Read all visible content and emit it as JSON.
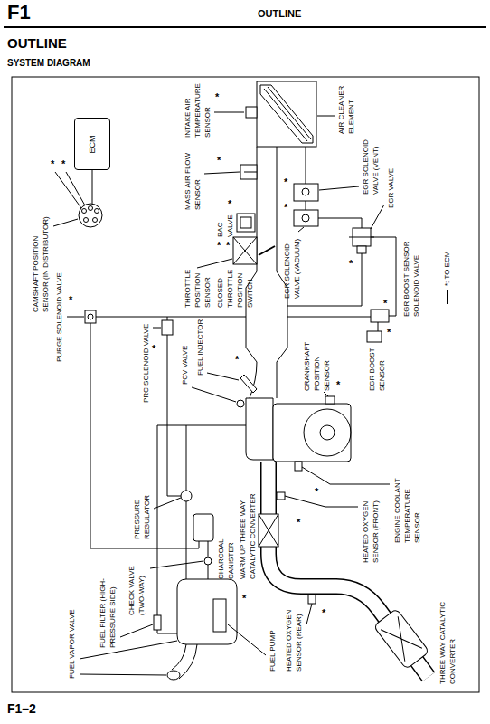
{
  "diagram": {
    "title": "OUTLINE",
    "nodes": [
      {
        "text": [
          "ECM"
        ]
      }
    ],
    "labels": [
      "F1",
      "OUTLINE",
      "SYSTEM DIAGRAM",
      "INTAKE AIR TEMPERATURE SENSOR",
      "MASS AIR FLOW SENSOR",
      "BAC VALVE",
      "THROTTLE POSITION SENSOR",
      "CLOSED THROTTLE POSITION SWITCH",
      "AIR CLEANER ELEMENT",
      "EGR SOLENOID VALVE (VENT)",
      "EGR VALVE",
      "EGR SOLENOID VALVE (VACUUM)",
      "EGR BOOST SENSOR SOLENOID VALVE",
      "EGR BOOST SENSOR",
      "CAMSHAFT POSITION SENSOR (IN DISTRIBUTOR)",
      "PURGE SOLENOID VALVE",
      "PRC SOLENOID VALVE",
      "PCV VALVE",
      "FUEL INJECTOR",
      "CRANKSHAFT POSITION SENSOR",
      "PRESSURE REGULATOR",
      "CHARCOAL CANISTER",
      "WARM UP THREE WAY CATALYTIC CONVERTER",
      "HEATED OXYGEN SENSOR (FRONT)",
      "ENGINE COOLANT TEMPERATURE SENSOR",
      "CHECK VALVE (TWO-WAY)",
      "FUEL FILTER (HIGH-PRESSURE SIDE)",
      "FUEL VAPOR VALVE",
      "FUEL PUMP",
      "HEATED OXYGEN SENSOR (REAR)",
      "THREE WAY CATALYTIC CONVERTER",
      "*",
      "*",
      "*",
      "*",
      "*",
      "*",
      "*",
      "*",
      "*",
      "*",
      "*",
      "*",
      "*",
      "*",
      "*",
      "*",
      "*",
      "*",
      "*",
      "*",
      "F1–2"
    ],
    "legend": [
      {
        "text": "*: TO ECM"
      }
    ]
  }
}
